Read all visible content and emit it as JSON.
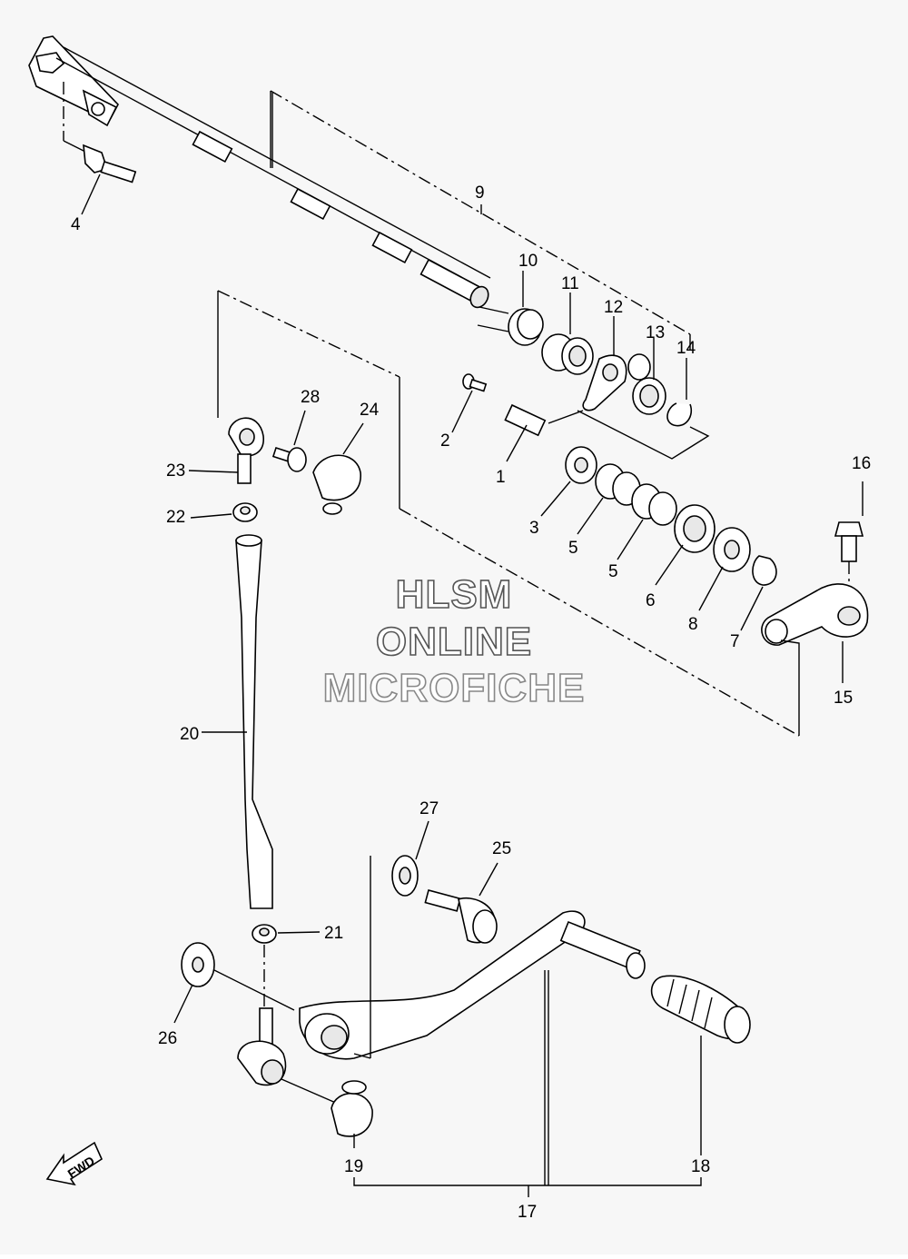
{
  "watermark": {
    "line1": "HLSM",
    "line2": "ONLINE",
    "line3": "MICROFICHE"
  },
  "direction_badge": "FWD",
  "callouts": [
    {
      "id": "p1",
      "text": "1"
    },
    {
      "id": "p2",
      "text": "2"
    },
    {
      "id": "p3",
      "text": "3"
    },
    {
      "id": "p4",
      "text": "4"
    },
    {
      "id": "p5a",
      "text": "5"
    },
    {
      "id": "p5b",
      "text": "5"
    },
    {
      "id": "p6",
      "text": "6"
    },
    {
      "id": "p7",
      "text": "7"
    },
    {
      "id": "p8",
      "text": "8"
    },
    {
      "id": "p9",
      "text": "9"
    },
    {
      "id": "p10",
      "text": "10"
    },
    {
      "id": "p11",
      "text": "11"
    },
    {
      "id": "p12",
      "text": "12"
    },
    {
      "id": "p13",
      "text": "13"
    },
    {
      "id": "p14",
      "text": "14"
    },
    {
      "id": "p15",
      "text": "15"
    },
    {
      "id": "p16",
      "text": "16"
    },
    {
      "id": "p17",
      "text": "17"
    },
    {
      "id": "p18",
      "text": "18"
    },
    {
      "id": "p19",
      "text": "19"
    },
    {
      "id": "p20",
      "text": "20"
    },
    {
      "id": "p21",
      "text": "21"
    },
    {
      "id": "p22",
      "text": "22"
    },
    {
      "id": "p23",
      "text": "23"
    },
    {
      "id": "p24",
      "text": "24"
    },
    {
      "id": "p25",
      "text": "25"
    },
    {
      "id": "p26",
      "text": "26"
    },
    {
      "id": "p27",
      "text": "27"
    },
    {
      "id": "p28",
      "text": "28"
    }
  ]
}
